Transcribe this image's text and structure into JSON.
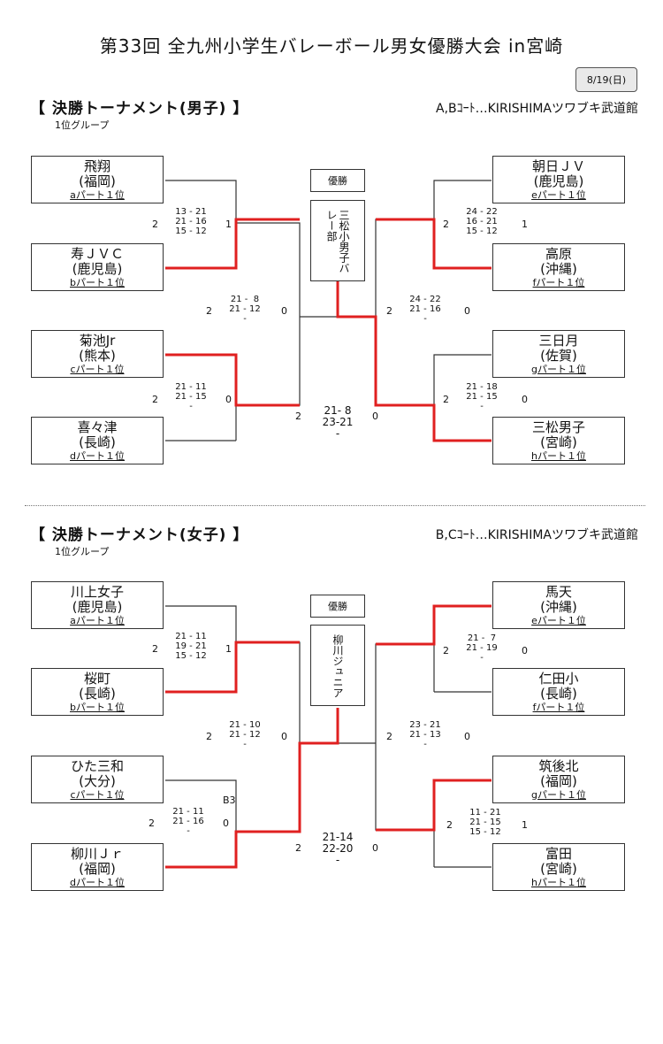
{
  "doc_title": "第33回 全九州小学生バレーボール男女優勝大会 in宮崎",
  "date_badge": "8/19(日)",
  "champion_label": "優勝",
  "colors": {
    "winner_line": "#e02020",
    "line": "#333333",
    "badge_bg": "#e9e9e9"
  },
  "boys": {
    "title": "【 決勝トーナメント(男子) 】",
    "subtitle": "1位グループ",
    "venue": "A,Bｺｰﾄ…KIRISHIMAツワブキ武道館",
    "champion": "三松小男子バレー部",
    "teams": [
      {
        "name": "飛翔",
        "pref": "(福岡)",
        "part": "aパート１位"
      },
      {
        "name": "寿ＪＶＣ",
        "pref": "(鹿児島)",
        "part": "bパート１位"
      },
      {
        "name": "菊池Jr",
        "pref": "(熊本)",
        "part": "cパート１位"
      },
      {
        "name": "喜々津",
        "pref": "(長崎)",
        "part": "dパート１位"
      },
      {
        "name": "朝日ＪＶ",
        "pref": "(鹿児島)",
        "part": "eパート１位"
      },
      {
        "name": "高原",
        "pref": "(沖縄)",
        "part": "fパート１位"
      },
      {
        "name": "三日月",
        "pref": "(佐賀)",
        "part": "gパート１位"
      },
      {
        "name": "三松男子",
        "pref": "(宮崎)",
        "part": "hパート１位"
      }
    ],
    "matches": [
      {
        "left": "2",
        "scores": "13 - 21\n21 - 16\n15 - 12",
        "right": "1"
      },
      {
        "left": "2",
        "scores": "21 -  8\n21 - 12\n-",
        "right": "0"
      },
      {
        "left": "2",
        "scores": "21 - 11\n21 - 15\n-",
        "right": "0"
      },
      {
        "left": "2",
        "scores": "24 - 22\n16 - 21\n15 - 12",
        "right": "1"
      },
      {
        "left": "2",
        "scores": "24 - 22\n21 - 16\n-",
        "right": "0"
      },
      {
        "left": "2",
        "scores": "21 - 18\n21 - 15\n-",
        "right": "0"
      }
    ],
    "final": {
      "left": "2",
      "scores": "21- 8\n23-21\n-",
      "right": "0"
    }
  },
  "girls": {
    "title": "【 決勝トーナメント(女子) 】",
    "subtitle": "1位グループ",
    "venue": "B,Cｺｰﾄ…KIRISHIMAツワブキ武道館",
    "champion": "柳川ジュニア",
    "teams": [
      {
        "name": "川上女子",
        "pref": "(鹿児島)",
        "part": "aパート１位"
      },
      {
        "name": "桜町",
        "pref": "(長崎)",
        "part": "bパート１位"
      },
      {
        "name": "ひた三和",
        "pref": "(大分)",
        "part": "cパート１位"
      },
      {
        "name": "柳川Ｊｒ",
        "pref": "(福岡)",
        "part": "dパート１位"
      },
      {
        "name": "馬天",
        "pref": "(沖縄)",
        "part": "eパート１位"
      },
      {
        "name": "仁田小",
        "pref": "(長崎)",
        "part": "fパート１位"
      },
      {
        "name": "筑後北",
        "pref": "(福岡)",
        "part": "gパート１位"
      },
      {
        "name": "富田",
        "pref": "(宮崎)",
        "part": "hパート１位"
      }
    ],
    "matches": [
      {
        "left": "2",
        "scores": "21 - 11\n19 - 21\n15 - 12",
        "right": "1"
      },
      {
        "left": "2",
        "scores": "21 - 10\n21 - 12\n-",
        "right": "0"
      },
      {
        "left": "2",
        "scores": "21 - 11\n21 - 16\n-",
        "right": "0"
      },
      {
        "left": "2",
        "scores": "21 -  7\n21 - 19\n-",
        "right": "0"
      },
      {
        "left": "2",
        "scores": "23 - 21\n21 - 13\n-",
        "right": "0"
      },
      {
        "left": "2",
        "scores": "11 - 21\n21 - 15\n15 - 12",
        "right": "1"
      }
    ],
    "final": {
      "left": "2",
      "scores": "21-14\n22-20\n-",
      "right": "0"
    },
    "note": "B3"
  }
}
